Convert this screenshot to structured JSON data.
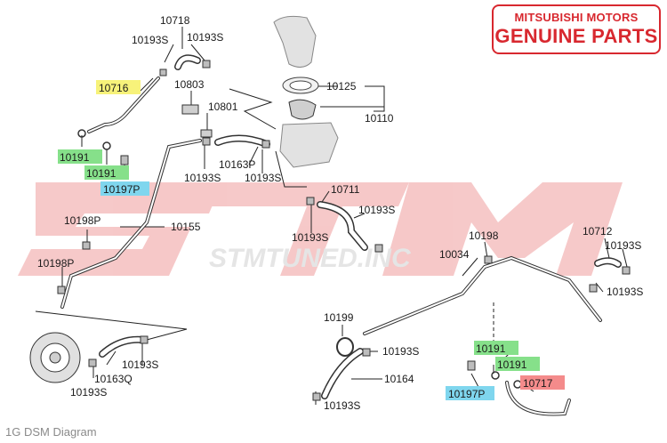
{
  "brand": {
    "line1": "MITSUBISHI MOTORS",
    "line2": "GENUINE PARTS",
    "color": "#d8282f"
  },
  "watermark": {
    "big": "STM",
    "small": "STMTUNED.INC"
  },
  "caption": "1G DSM Diagram",
  "highlight_colors": {
    "yellow": "#f7f27a",
    "green": "#86e08a",
    "blue": "#7fd6ee",
    "red": "#f48b8b"
  },
  "labels": {
    "p10718": "10718",
    "p10193s_a": "10193S",
    "p10193s_b": "10193S",
    "p10716": "10716",
    "p10803": "10803",
    "p10125": "10125",
    "p10110": "10110",
    "p10801": "10801",
    "p10191_a": "10191",
    "p10191_b": "10191",
    "p10197p_a": "10197P",
    "p10163p": "10163P",
    "p10193s_c": "10193S",
    "p10193s_d": "10193S",
    "p10711": "10711",
    "p10193s_e": "10193S",
    "p10198p_a": "10198P",
    "p10155": "10155",
    "p10193s_f": "10193S",
    "p10198": "10198",
    "p10712": "10712",
    "p10193s_g": "10193S",
    "p10034": "10034",
    "p10198p_b": "10198P",
    "p10193s_h": "10193S",
    "p10199": "10199",
    "p10193s_i": "10193S",
    "p10191_c": "10191",
    "p10191_d": "10191",
    "p10193s_j": "10193S",
    "p10717": "10717",
    "p10163q": "10163Q",
    "p10164": "10164",
    "p10193s_k": "10193S",
    "p10197p_b": "10197P",
    "p10193s_l": "10193S"
  }
}
